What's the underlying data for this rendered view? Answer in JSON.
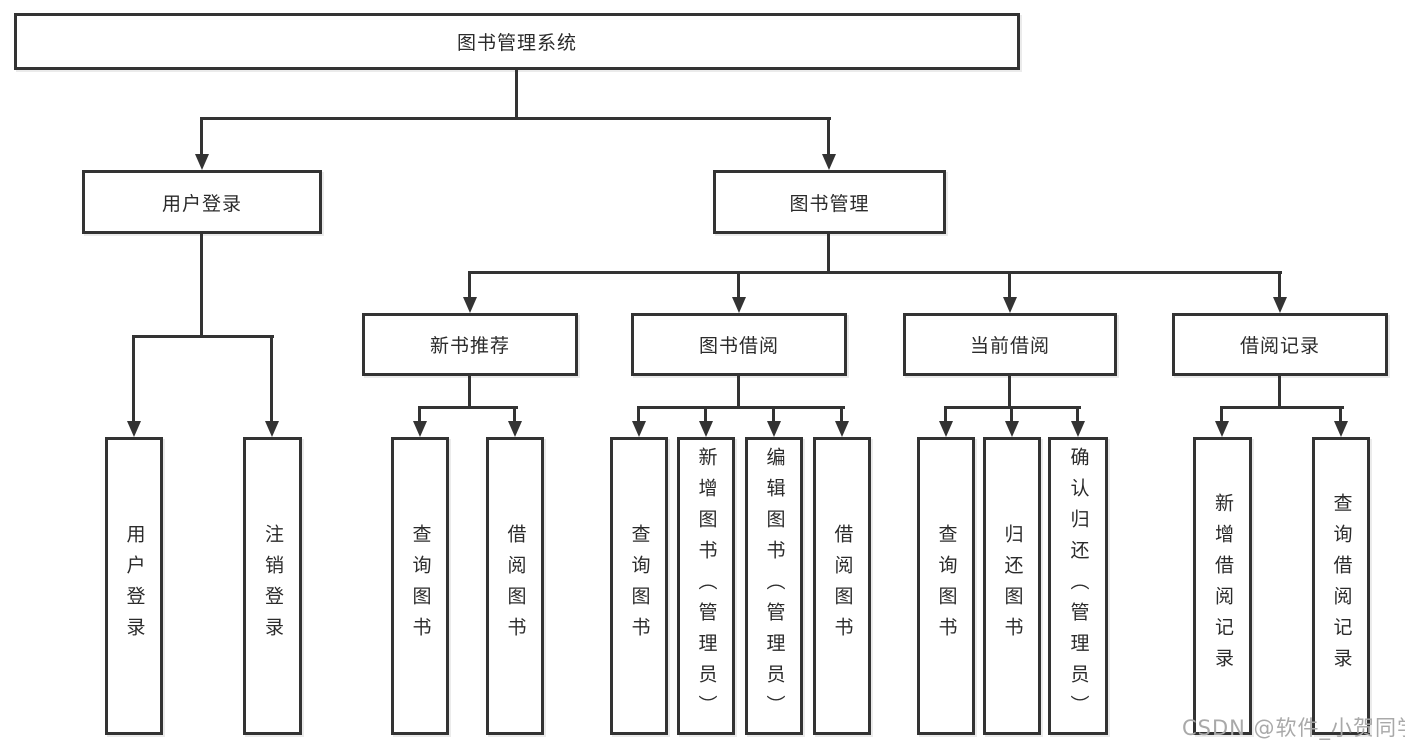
{
  "diagram": {
    "root": "图书管理系统",
    "level1": {
      "user_login": "用户登录",
      "book_mgmt": "图书管理"
    },
    "level2": {
      "new_books": "新书推荐",
      "borrowing": "图书借阅",
      "current": "当前借阅",
      "records": "借阅记录"
    },
    "leaves": {
      "user_login": "用户登录",
      "logout": "注销登录",
      "nb_query": "查询图书",
      "nb_borrow": "借阅图书",
      "bw_query": "查询图书",
      "bw_add": "新增图书（管理员）",
      "bw_edit": "编辑图书（管理员）",
      "bw_borrow": "借阅图书",
      "cur_query": "查询图书",
      "cur_return": "归还图书",
      "cur_confirm": "确认归还（管理员）",
      "rec_add": "新增借阅记录",
      "rec_query": "查询借阅记录"
    }
  },
  "watermark": "CSDN @软件_小贺同学",
  "colors": {
    "line": "#333333",
    "box_border": "#333333",
    "background": "#ffffff",
    "text": "#2b2b2b",
    "watermark": "#a9a9a9"
  }
}
